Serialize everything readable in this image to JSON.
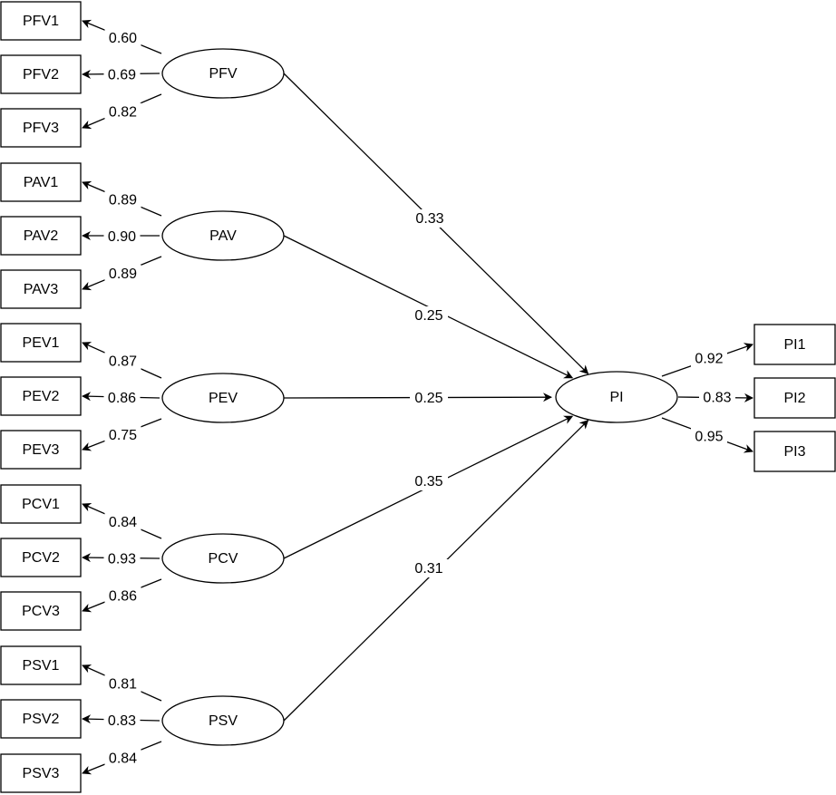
{
  "constructs": [
    {
      "id": "PFV",
      "label": "PFV",
      "indicators": [
        {
          "label": "PFV1",
          "loading": "0.60"
        },
        {
          "label": "PFV2",
          "loading": "0.69"
        },
        {
          "label": "PFV3",
          "loading": "0.82"
        }
      ]
    },
    {
      "id": "PAV",
      "label": "PAV",
      "indicators": [
        {
          "label": "PAV1",
          "loading": "0.89"
        },
        {
          "label": "PAV2",
          "loading": "0.90"
        },
        {
          "label": "PAV3",
          "loading": "0.89"
        }
      ]
    },
    {
      "id": "PEV",
      "label": "PEV",
      "indicators": [
        {
          "label": "PEV1",
          "loading": "0.87"
        },
        {
          "label": "PEV2",
          "loading": "0.86"
        },
        {
          "label": "PEV3",
          "loading": "0.75"
        }
      ]
    },
    {
      "id": "PCV",
      "label": "PCV",
      "indicators": [
        {
          "label": "PCV1",
          "loading": "0.84"
        },
        {
          "label": "PCV2",
          "loading": "0.93"
        },
        {
          "label": "PCV3",
          "loading": "0.86"
        }
      ]
    },
    {
      "id": "PSV",
      "label": "PSV",
      "indicators": [
        {
          "label": "PSV1",
          "loading": "0.81"
        },
        {
          "label": "PSV2",
          "loading": "0.83"
        },
        {
          "label": "PSV3",
          "loading": "0.84"
        }
      ]
    }
  ],
  "outcome": {
    "id": "PI",
    "label": "PI",
    "indicators": [
      {
        "label": "PI1",
        "loading": "0.92"
      },
      {
        "label": "PI2",
        "loading": "0.83"
      },
      {
        "label": "PI3",
        "loading": "0.95"
      }
    ]
  },
  "paths": [
    {
      "from": "PFV",
      "coefficient": "0.33"
    },
    {
      "from": "PAV",
      "coefficient": "0.25"
    },
    {
      "from": "PEV",
      "coefficient": "0.25"
    },
    {
      "from": "PCV",
      "coefficient": "0.35"
    },
    {
      "from": "PSV",
      "coefficient": "0.31"
    }
  ]
}
